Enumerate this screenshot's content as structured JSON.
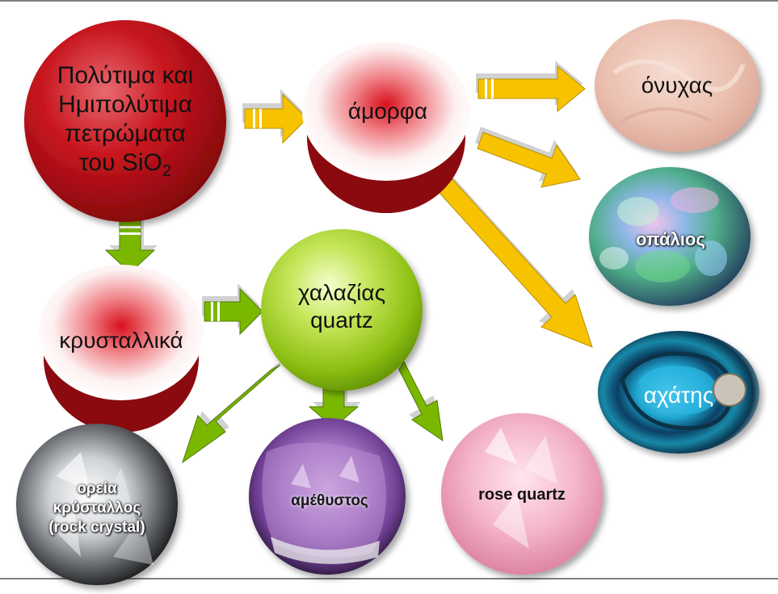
{
  "nodes": {
    "root": {
      "line1": "Πολύτιμα και",
      "line2": "Ημιπολύτιμα",
      "line3": "πετρώματα",
      "line4_prefix": "του SiO",
      "line4_sub": "2"
    },
    "amorphous": {
      "label": "άμορφα"
    },
    "crystalline": {
      "label": "κρυσταλλικά"
    },
    "quartz": {
      "line1": "χαλαζίας",
      "line2": "quartz"
    },
    "onyx": {
      "label": "όνυχας"
    },
    "opal": {
      "label": "οπάλιος"
    },
    "agate": {
      "label": "αχάτης"
    },
    "rock_crystal": {
      "line1": "ορεία",
      "line2": "κρύσταλλος",
      "line3": "(rock crystal)"
    },
    "amethyst": {
      "label": "αμέθυστος"
    },
    "rose_quartz": {
      "label": "rose quartz"
    }
  },
  "colors": {
    "root_fill": "#c0161d",
    "dark_red": "#8b0a0f",
    "quartz_fill": "#8fc11c",
    "arrow_yellow": "#f7c200",
    "arrow_green": "#7ab800",
    "onyx_fill": "#edc3b4"
  }
}
